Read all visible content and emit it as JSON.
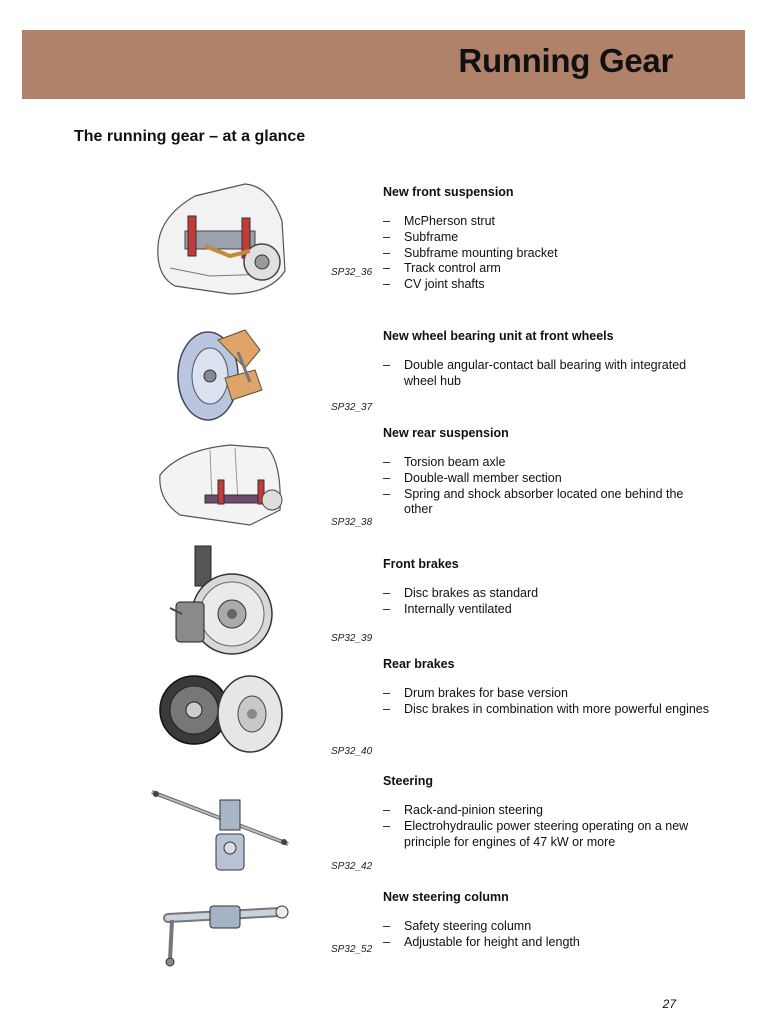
{
  "header": {
    "title": "Running Gear"
  },
  "section_title": "The running gear – at a glance",
  "entries": [
    {
      "code": "SP32_36",
      "icon": "front-suspension-icon",
      "title": "New front suspension",
      "items": [
        "McPherson strut",
        "Subframe",
        "Subframe mounting bracket",
        "Track control arm",
        "CV joint shafts"
      ]
    },
    {
      "code": "SP32_37",
      "icon": "wheel-bearing-icon",
      "title": "New wheel bearing unit at front wheels",
      "items": [
        "Double angular-contact ball bearing with integrated wheel hub"
      ]
    },
    {
      "code": "SP32_38",
      "icon": "rear-suspension-icon",
      "title": "New rear suspension",
      "items": [
        "Torsion beam axle",
        "Double-wall member section",
        "Spring and shock absorber located one behind the other"
      ]
    },
    {
      "code": "SP32_39",
      "icon": "front-brake-icon",
      "title": "Front brakes",
      "items": [
        "Disc brakes as standard",
        "Internally ventilated"
      ]
    },
    {
      "code": "SP32_40",
      "icon": "rear-brake-icon",
      "title": "Rear brakes",
      "items": [
        "Drum brakes for base version",
        "Disc brakes in combination with more powerful engines"
      ]
    },
    {
      "code": "SP32_42",
      "icon": "steering-rack-icon",
      "title": "Steering",
      "items": [
        "Rack-and-pinion steering",
        "Electrohydraulic power steering operating on a new principle for engines of 47 kW or more"
      ]
    },
    {
      "code": "SP32_52",
      "icon": "steering-column-icon",
      "title": "New steering column",
      "items": [
        "Safety steering column",
        "Adjustable for height and length"
      ]
    }
  ],
  "dash": "–",
  "page_number": "27"
}
